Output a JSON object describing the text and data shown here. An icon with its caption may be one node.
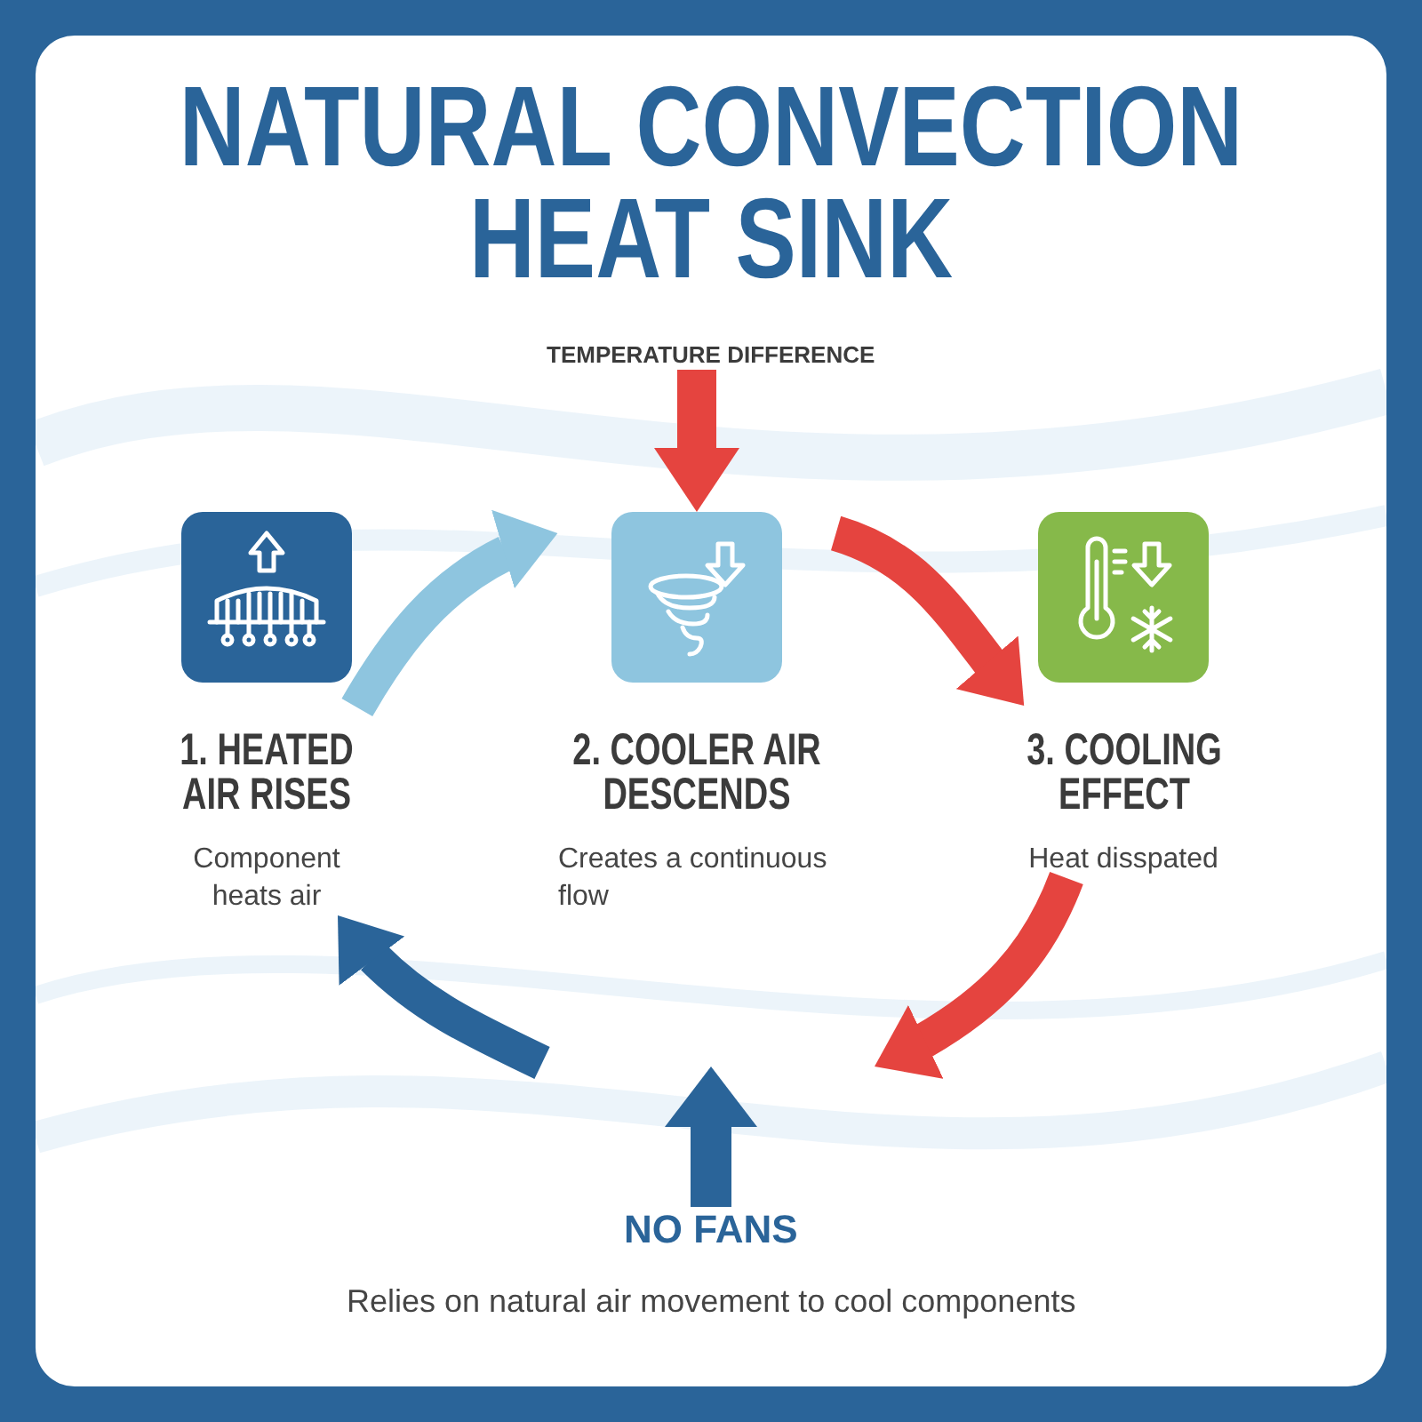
{
  "diagram": {
    "title": "NATURAL CONVECTION HEAT SINK",
    "caption": "Relies on natural air movement to cool components",
    "nodes": [
      {
        "text": [
          "1. HEATED AIR RISES",
          "Component heats air"
        ]
      },
      {
        "text": [
          "2. COOLER AIR DESCENDS",
          "Creates a continuous flow"
        ]
      },
      {
        "text": [
          "3. COOLING EFFECT",
          "Heat disspated"
        ]
      },
      {
        "text": [
          "TEMPERATURE DIFFERENCE"
        ]
      },
      {
        "text": [
          "NO FANS"
        ]
      }
    ],
    "edges": [
      {
        "from": 0,
        "to": 1,
        "arrow": "to",
        "color": "#8ec5df"
      },
      {
        "from": 1,
        "to": 2,
        "arrow": "to",
        "color": "#e5443f"
      },
      {
        "from": 2,
        "to": null,
        "arrow": "to",
        "color": "#e5443f"
      },
      {
        "from": null,
        "to": 0,
        "arrow": "to",
        "color": "#2a6499"
      },
      {
        "from": 3,
        "to": 1,
        "arrow": "to",
        "color": "#e5443f"
      },
      {
        "from": 4,
        "to": null,
        "arrow": "to",
        "color": "#2a6499"
      }
    ]
  }
}
